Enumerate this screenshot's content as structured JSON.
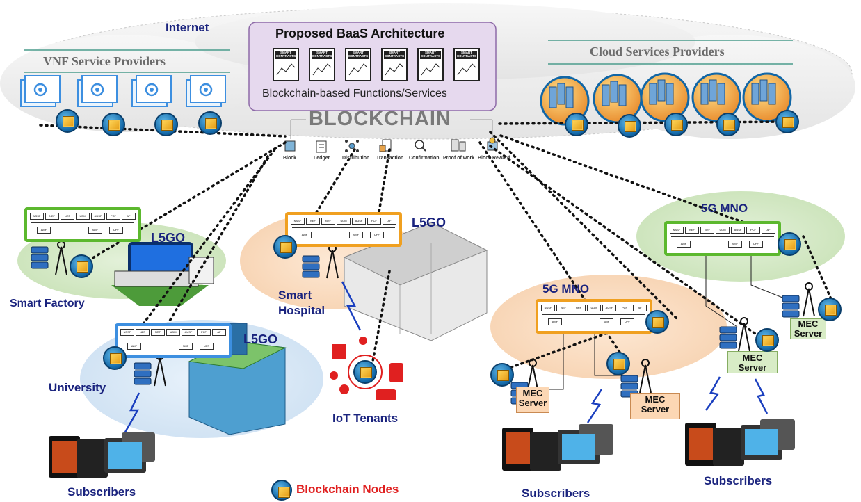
{
  "top": {
    "internet_label": "Internet",
    "vnf_label": "VNF Service Providers",
    "cloud_label": "Cloud Services Providers"
  },
  "baas": {
    "title": "Proposed BaaS Architecture",
    "smart_contract_text": [
      "SMART",
      "CONTRACTS"
    ],
    "services_label": "Blockchain-based Functions/Services",
    "blockchain_label": "BLOCKCHAIN",
    "features": [
      "Block",
      "Ledger",
      "Distribution",
      "Transaction",
      "Confirmation",
      "Proof of work",
      "Block Reward"
    ]
  },
  "nf_labels": [
    "NSSF",
    "NEF",
    "NRF",
    "UDM",
    "AUSF",
    "PCF",
    "AF",
    "AMF",
    "SMF",
    "UPF"
  ],
  "sites": {
    "factory_op": "L5GO",
    "factory_label": "Smart Factory",
    "hospital_op": "L5GO",
    "hospital_label": [
      "Smart",
      "Hospital"
    ],
    "university_op": "L5GO",
    "university_label": "University",
    "iot_label": "IoT Tenants",
    "mno_mid": "5G MNO",
    "mno_right": "5G MNO"
  },
  "mec_label": [
    "MEC",
    "Server"
  ],
  "subscribers_label": "Subscribers",
  "legend": {
    "label": "Blockchain Nodes",
    "label_color": "#e02020"
  },
  "colors": {
    "navy": "#1a237e",
    "factory_box": "#5cb82e",
    "hospital_box": "#f0a020",
    "university_box": "#3d8fe0",
    "mno_mid_box": "#f0a020",
    "mno_right_box": "#5cb82e",
    "baas_bg": "#e6d9ee",
    "iot_red": "#e02020"
  }
}
